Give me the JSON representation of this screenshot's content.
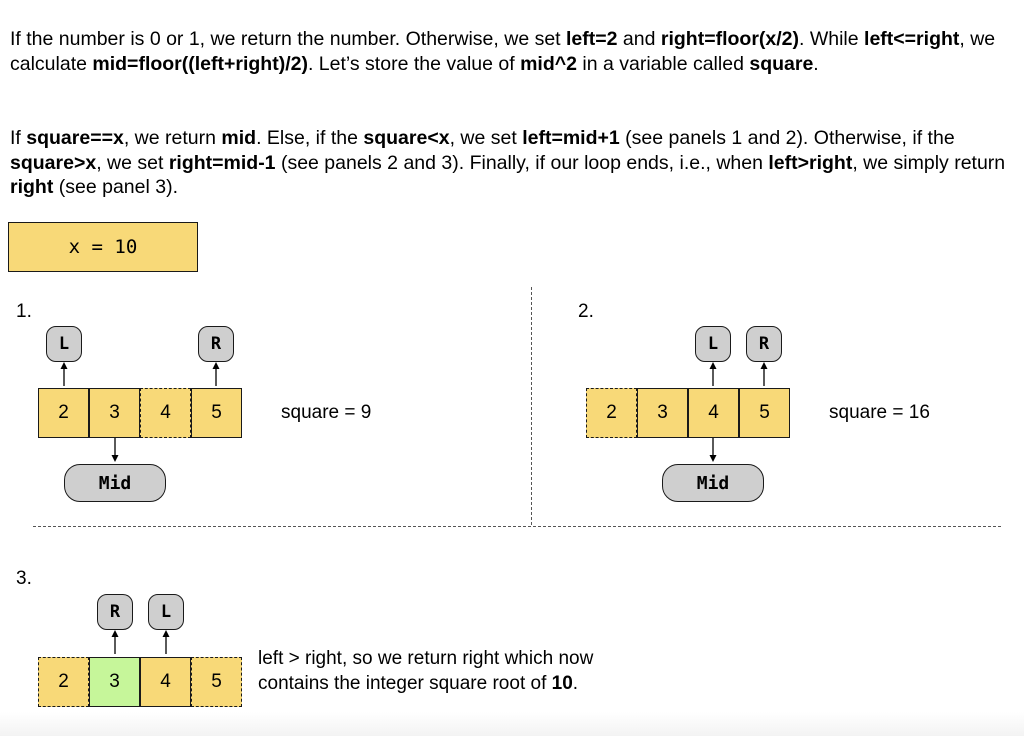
{
  "para1": {
    "t1": "If the number is 0 or 1, we return the number. Otherwise, we set ",
    "b1": "left=2",
    "t2": " and ",
    "b2": "right=floor(x/2)",
    "t3": ". While ",
    "b3": "left<=right",
    "t4": ", we calculate ",
    "b4": "mid=floor((left+right)/2)",
    "t5": ". Let’s store the value of ",
    "b5": "mid^2",
    "t6": " in a variable called ",
    "b6": "square",
    "t7": "."
  },
  "para2": {
    "t1": "If ",
    "b1": "square==x",
    "t2": ", we return ",
    "b2": "mid",
    "t3": ". Else, if the ",
    "b3": "square<x",
    "t4": ", we set ",
    "b4": "left=mid+1",
    "t5": " (see panels 1 and 2). Otherwise, if the ",
    "b5": "square>x",
    "t6": ", we set ",
    "b6": "right=mid-1",
    "t7": " (see panels 2 and 3). Finally, if our loop ends, i.e., when ",
    "b7": "left>right",
    "t8": ", we simply return ",
    "b8": "right",
    "t9": " (see panel 3)."
  },
  "x_box": "x = 10",
  "panels": [
    {
      "number": "1.",
      "cells": [
        "2",
        "3",
        "4",
        "5"
      ],
      "dashed": [
        false,
        false,
        true,
        false
      ],
      "pointers": {
        "L": "L",
        "R": "R",
        "mid": "Mid"
      },
      "square_text": "square = 9"
    },
    {
      "number": "2.",
      "cells": [
        "2",
        "3",
        "4",
        "5"
      ],
      "dashed": [
        true,
        false,
        false,
        false
      ],
      "pointers": {
        "L": "L",
        "R": "R",
        "mid": "Mid"
      },
      "square_text": "square = 16"
    },
    {
      "number": "3.",
      "cells": [
        "2",
        "3",
        "4",
        "5"
      ],
      "dashed": [
        true,
        false,
        false,
        true
      ],
      "highlight_color": "#c6f69a",
      "pointers": {
        "R": "R",
        "L": "L"
      },
      "note": {
        "t1": "left > right, so we return right which now contains the integer square root of ",
        "b1": "10",
        "t2": "."
      }
    }
  ],
  "colors": {
    "cell": "#f8d978",
    "pointer": "#cfcfcf",
    "highlight": "#c6f69a"
  }
}
